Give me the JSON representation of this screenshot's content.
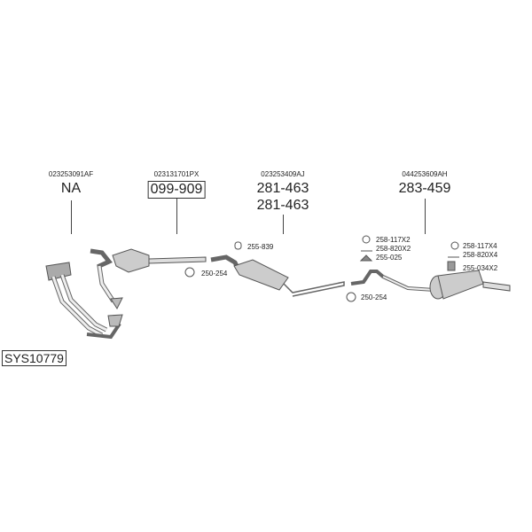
{
  "diagram_id": "SYS10779",
  "parts": [
    {
      "oe": "023253091AF",
      "numbers": [
        "NA"
      ]
    },
    {
      "oe": "023131701PX",
      "numbers": [
        "099-909"
      ]
    },
    {
      "oe": "023253409AJ",
      "numbers": [
        "281-463",
        "281-463"
      ]
    },
    {
      "oe": "044253609AH",
      "numbers": [
        "283-459"
      ]
    }
  ],
  "accessories": {
    "a1": "255-839",
    "a2": "250-254",
    "a3": "258-117X2",
    "a4": "258-820X2",
    "a5": "255-025",
    "a6": "250-254",
    "a7": "258-117X4",
    "a8": "258-820X4",
    "a9": "255-034X2"
  }
}
